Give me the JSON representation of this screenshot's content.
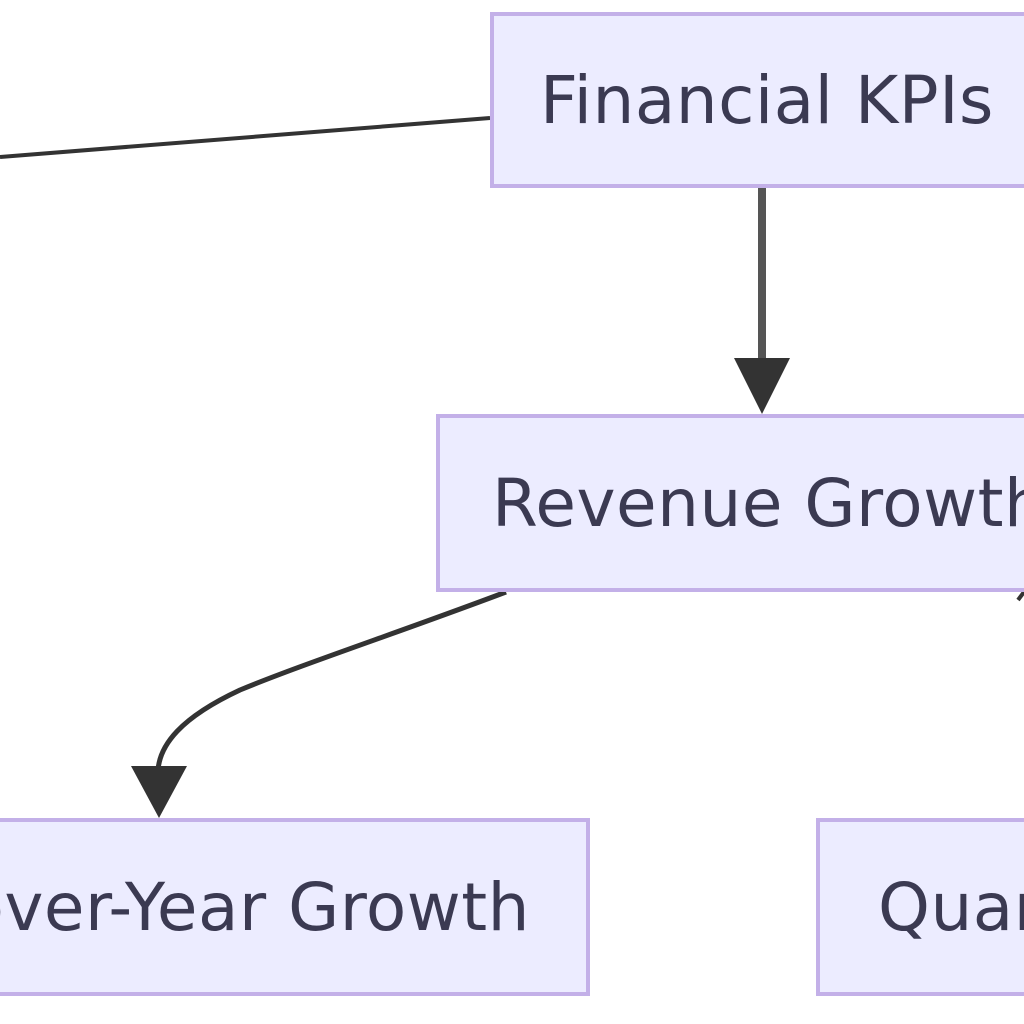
{
  "diagram": {
    "type": "flowchart",
    "colors": {
      "node_fill": "#ececff",
      "node_border": "#c3b0e8",
      "edge": "#333333",
      "text": "#3b3a52"
    },
    "nodes": {
      "financial_kpis": {
        "label": "Financial KPIs"
      },
      "revenue_growth": {
        "label": "Revenue Growth"
      },
      "yoy_growth": {
        "label": "Year-over-Year Growth"
      },
      "quarterly": {
        "label": "Quarterly Growth"
      }
    },
    "edges": [
      {
        "from": "unseen-parent",
        "to": "financial_kpis",
        "arrow": false
      },
      {
        "from": "financial_kpis",
        "to": "revenue_growth",
        "arrow": true
      },
      {
        "from": "revenue_growth",
        "to": "yoy_growth",
        "arrow": true
      },
      {
        "from": "revenue_growth",
        "to": "quarterly",
        "arrow": true
      }
    ]
  }
}
